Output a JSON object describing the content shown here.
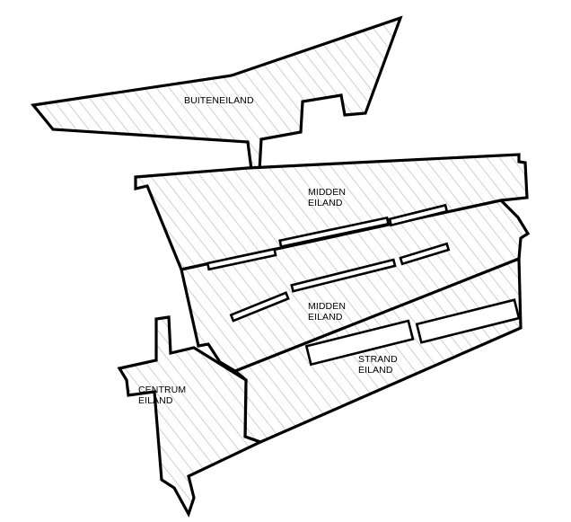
{
  "map": {
    "islands": [
      {
        "id": "buiteneiland",
        "lines": [
          "BUITENEILAND"
        ]
      },
      {
        "id": "midden-eiland-north",
        "lines": [
          "MIDDEN",
          "EILAND"
        ]
      },
      {
        "id": "midden-eiland-south",
        "lines": [
          "MIDDEN",
          "EILAND"
        ]
      },
      {
        "id": "strand-eiland",
        "lines": [
          "STRAND",
          "EILAND"
        ]
      },
      {
        "id": "centrum-eiland",
        "lines": [
          "CENTRUM",
          "EILAND"
        ]
      }
    ],
    "colors": {
      "outline": "#000000",
      "hatch": "#9a9a9a",
      "background": "#ffffff"
    }
  }
}
